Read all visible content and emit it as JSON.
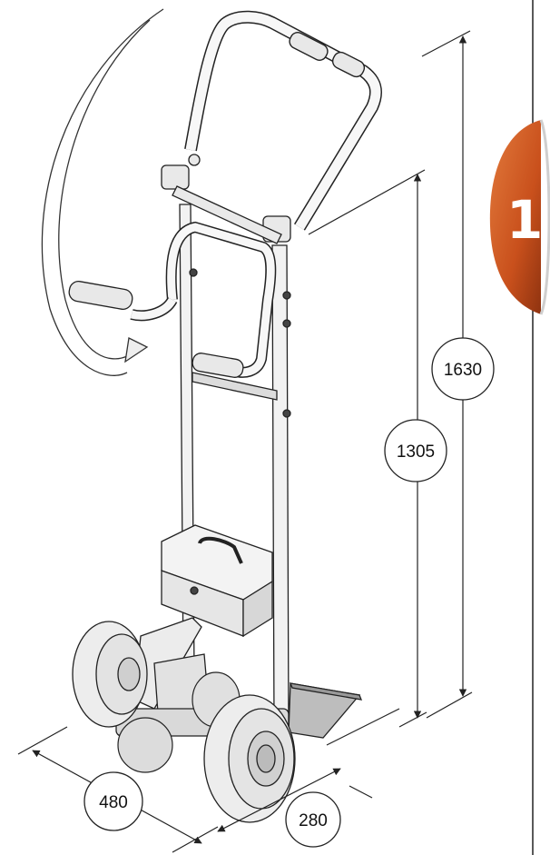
{
  "dimensions": {
    "total_height": "1630",
    "handle_height": "1305",
    "width": "480",
    "depth": "280"
  },
  "badge": {
    "number": "1",
    "color": "#c9501c"
  },
  "colors": {
    "line": "#222222",
    "frame_fill": "#f2f2f2",
    "shadow": "#d6d6d6"
  }
}
